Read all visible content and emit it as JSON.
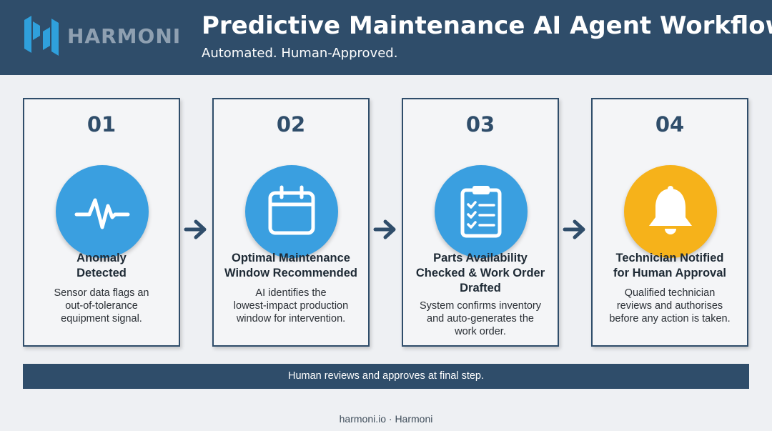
{
  "header": {
    "logo_text": "HARMONI",
    "title": "Predictive Maintenance AI Agent Workflow",
    "subtitle": "Automated. Human-Approved."
  },
  "steps": [
    {
      "number": "01",
      "title_lines": [
        "Anomaly",
        "Detected"
      ],
      "desc_lines": [
        "Sensor data flags an",
        "out-of-tolerance",
        "equipment signal."
      ],
      "icon": "pulse-icon",
      "color": "#3a9fe0"
    },
    {
      "number": "02",
      "title_lines": [
        "Optimal Maintenance",
        "Window Recommended"
      ],
      "desc_lines": [
        "AI identifies the",
        "lowest-impact production",
        "window for intervention."
      ],
      "icon": "calendar-icon",
      "color": "#3a9fe0"
    },
    {
      "number": "03",
      "title_lines": [
        "Parts Availability",
        "Checked & Work Order",
        "Drafted"
      ],
      "desc_lines": [
        "System confirms inventory",
        "and auto-generates the",
        "work order."
      ],
      "icon": "clipboard-checklist-icon",
      "color": "#3a9fe0"
    },
    {
      "number": "04",
      "title_lines": [
        "Technician Notified",
        "for Human Approval"
      ],
      "desc_lines": [
        "Qualified technician",
        "reviews and authorises",
        "before any action is taken."
      ],
      "icon": "bell-icon",
      "color": "#f6b21a"
    }
  ],
  "banner": "Human reviews and approves at final step.",
  "footer": "harmoni.io · Harmoni",
  "colors": {
    "navy": "#2f4d6a",
    "blue_accent": "#3a9fe0",
    "amber_accent": "#f6b21a",
    "logo_blue": "#2fa0dc"
  }
}
